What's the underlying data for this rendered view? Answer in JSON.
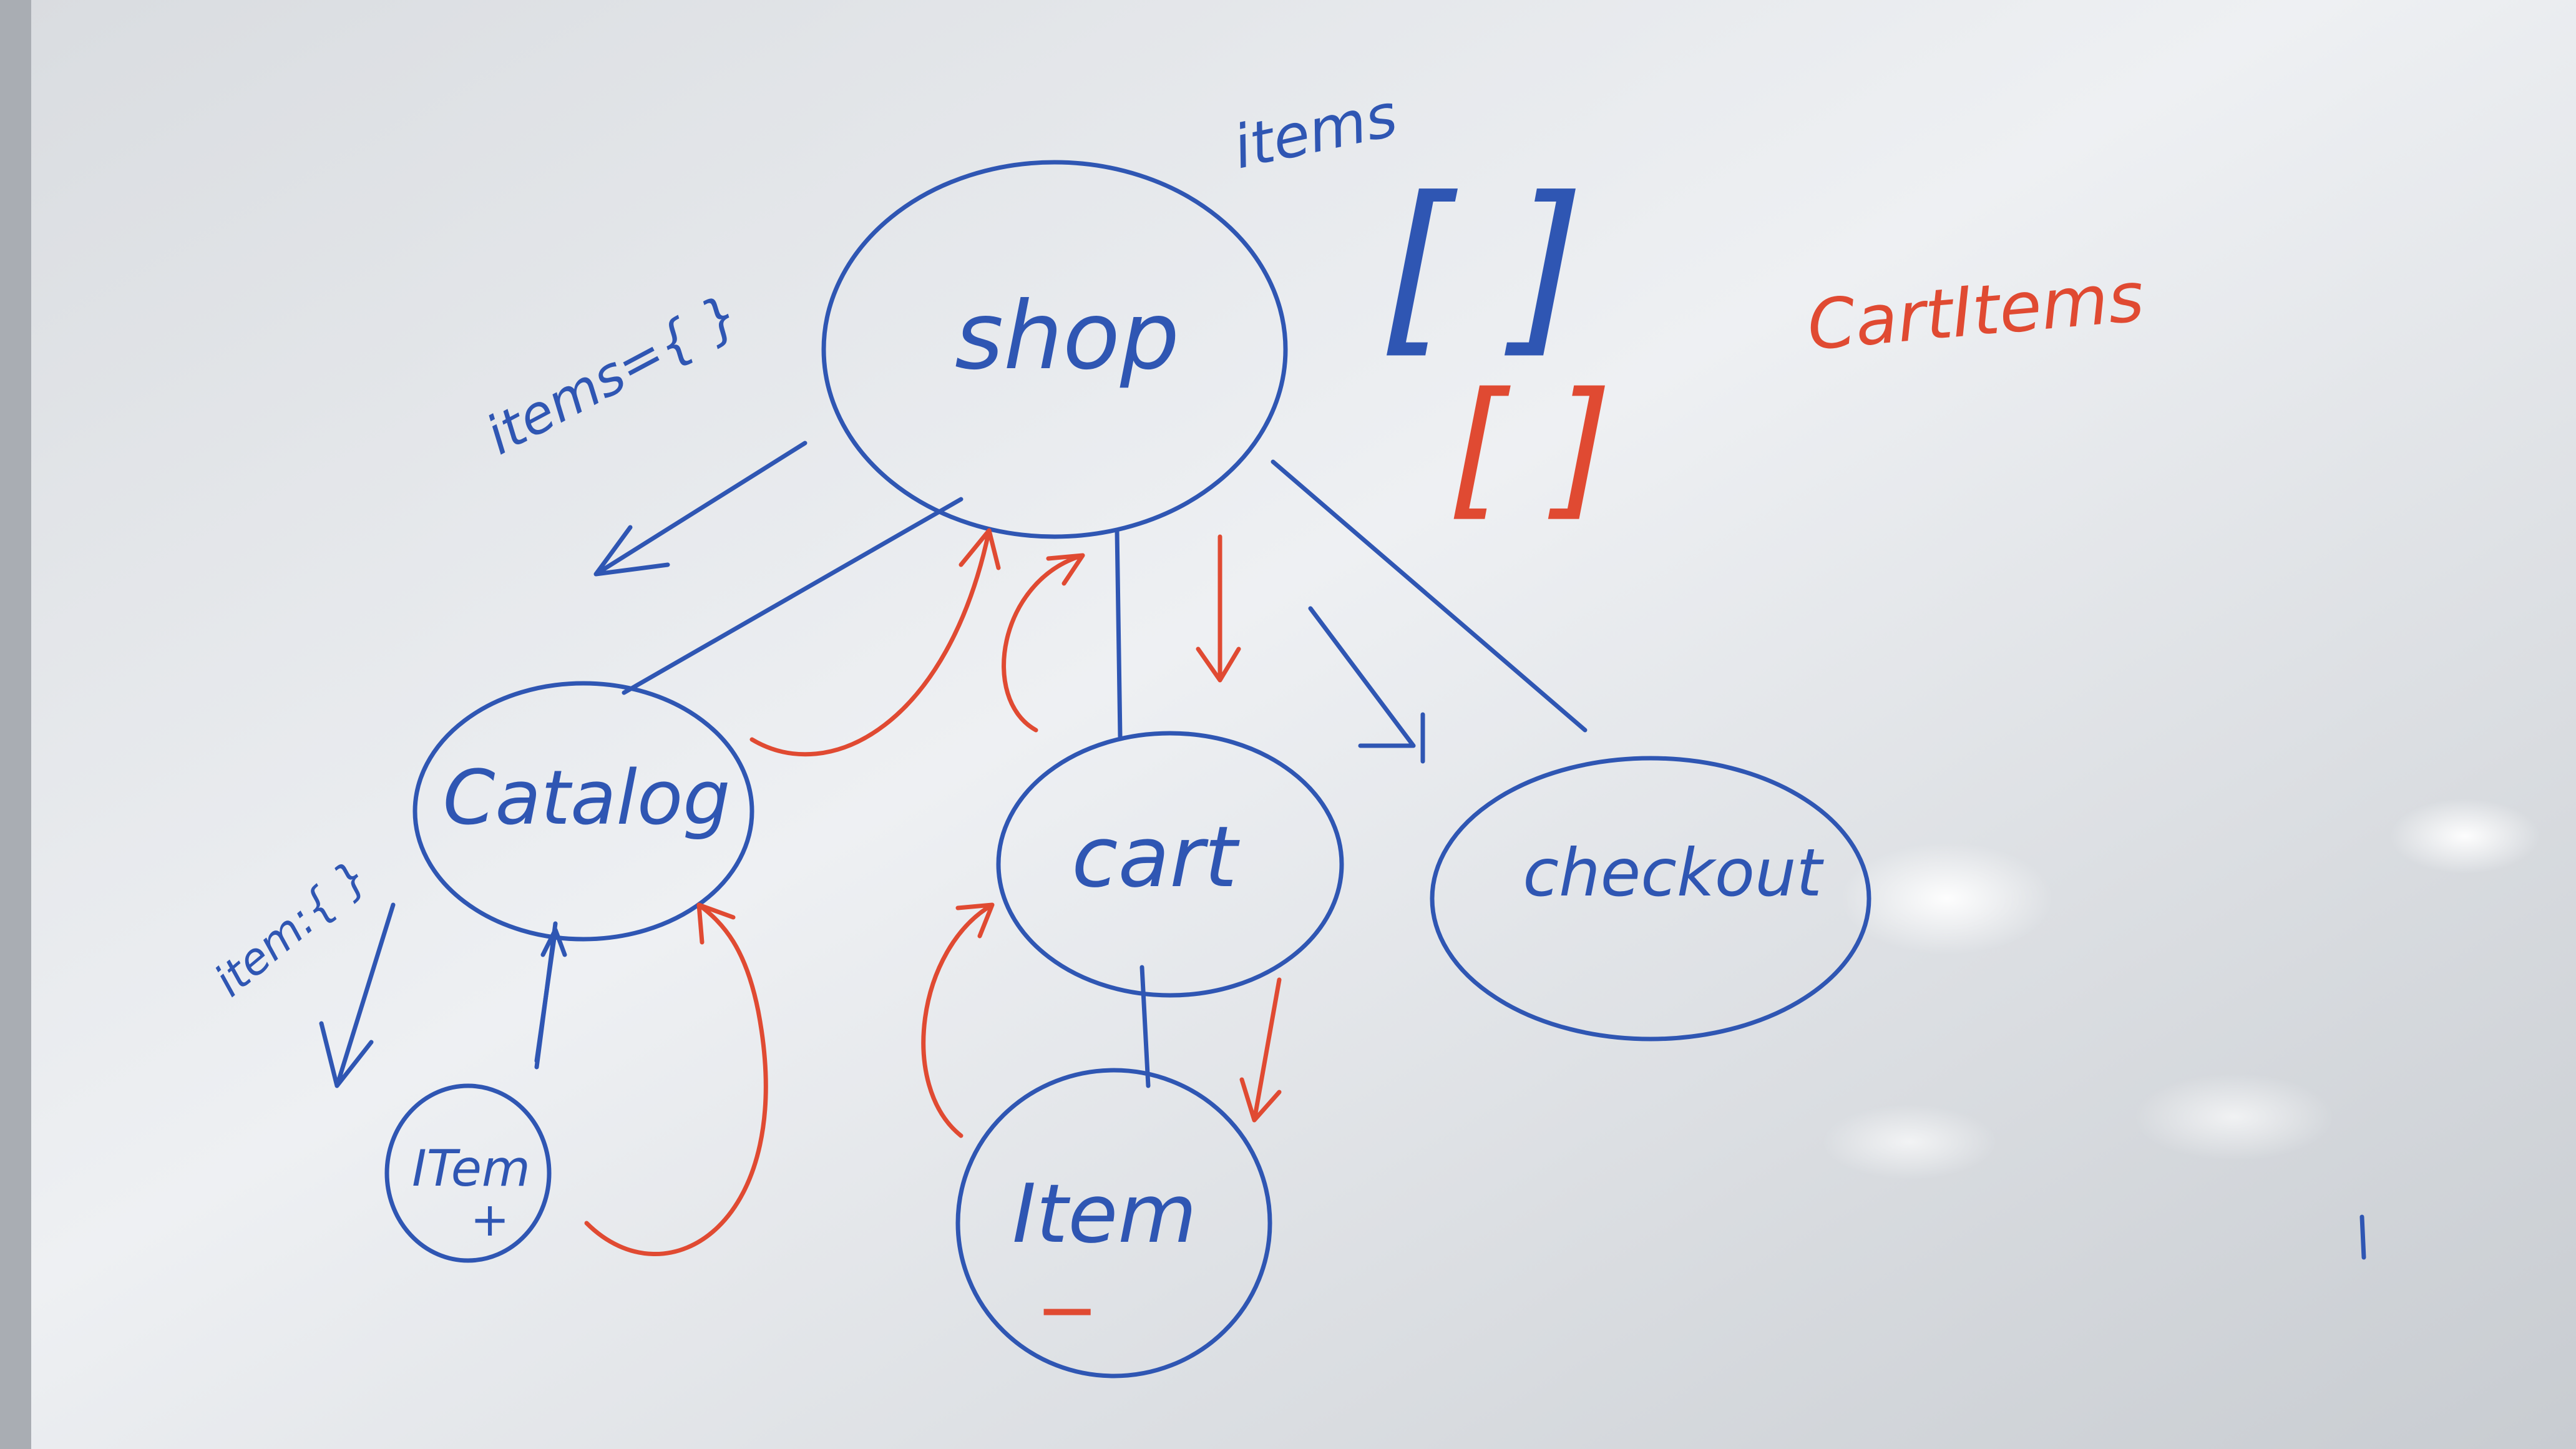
{
  "colors": {
    "blue_marker": "#2f56b3",
    "red_marker": "#e04a32",
    "board": "#eceef1"
  },
  "nodes": {
    "shop": "shop",
    "catalog": "Catalog",
    "cart": "cart",
    "checkout": "checkout",
    "catalog_item": "ITem",
    "catalog_item_sign": "+",
    "cart_item": "Item",
    "cart_item_sign": "−"
  },
  "annotations": {
    "shop_state": "items",
    "shop_props": "items={ }",
    "catalog_props": "item:{ }",
    "cart_items": "CartItems",
    "array_blue": "[ ]",
    "array_red": "[ ]"
  }
}
